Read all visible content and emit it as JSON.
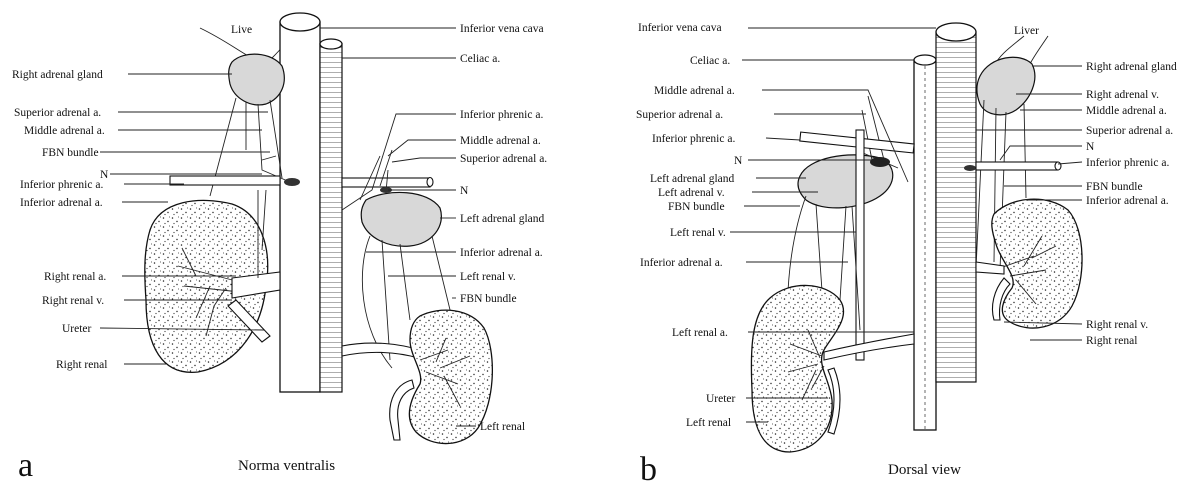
{
  "panel_a": {
    "letter": "a",
    "caption": "Norma ventralis",
    "labels": {
      "live": "Live",
      "ivc": "Inferior vena cava",
      "celiac": "Celiac a.",
      "right_adrenal_gland": "Right adrenal gland",
      "superior_adrenal_r": "Superior adrenal a.",
      "middle_adrenal_r": "Middle adrenal a.",
      "fbn_bundle_r": "FBN bundle",
      "n_r": "N",
      "inferior_phrenic_r": "Inferior phrenic a.",
      "inferior_adrenal_r": "Inferior adrenal a.",
      "right_renal_a": "Right renal a.",
      "right_renal_v": "Right renal v.",
      "ureter": "Ureter",
      "right_renal": "Right renal",
      "inferior_phrenic_l": "Inferior phrenic a.",
      "middle_adrenal_l": "Middle adrenal a.",
      "superior_adrenal_l": "Superior adrenal a.",
      "n_l": "N",
      "left_adrenal_gland": "Left adrenal gland",
      "inferior_adrenal_l": "Inferior adrenal a.",
      "left_renal_v": "Left renal v.",
      "fbn_bundle_l": "FBN bundle",
      "left_renal": "Left renal"
    }
  },
  "panel_b": {
    "letter": "b",
    "caption": "Dorsal view",
    "labels": {
      "ivc": "Inferior vena cava",
      "celiac": "Celiac a.",
      "middle_adrenal_l": "Middle adrenal a.",
      "superior_adrenal_l": "Superior adrenal a.",
      "inferior_phrenic_l": "Inferior phrenic a.",
      "n_l": "N",
      "left_adrenal_gland": "Left adrenal gland",
      "left_adrenal_v": "Left adrenal v.",
      "fbn_bundle_l": "FBN bundle",
      "left_renal_v": "Left renal v.",
      "inferior_adrenal_l": "Inferior adrenal a.",
      "left_renal_a": "Left renal a.",
      "ureter": "Ureter",
      "left_renal": "Left renal",
      "liver": "Liver",
      "right_adrenal_gland": "Right adrenal gland",
      "right_adrenal_v": "Right adrenal v.",
      "middle_adrenal_r": "Middle adrenal a.",
      "superior_adrenal_r": "Superior adrenal a.",
      "n_r": "N",
      "inferior_phrenic_r": "Inferior phrenic a.",
      "fbn_bundle_r": "FBN bundle",
      "inferior_adrenal_r": "Inferior adrenal a.",
      "right_renal_v": "Right renal v.",
      "right_renal": "Right renal"
    }
  }
}
